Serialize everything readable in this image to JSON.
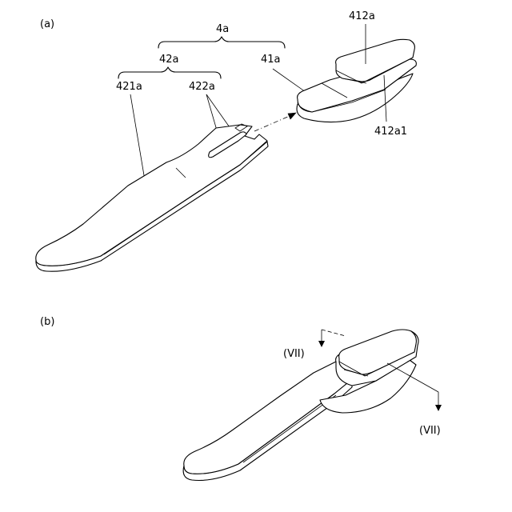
{
  "panels": [
    {
      "label": "(a)"
    },
    {
      "label": "(b)"
    }
  ],
  "reference_numerals": {
    "r4a": "4a",
    "r42a": "42a",
    "r41a": "41a",
    "r421a": "421a",
    "r422a": "422a",
    "r412a": "412a",
    "r412a1": "412a1"
  },
  "section_markers": {
    "upper": "(VII)",
    "lower": "(VII)"
  }
}
